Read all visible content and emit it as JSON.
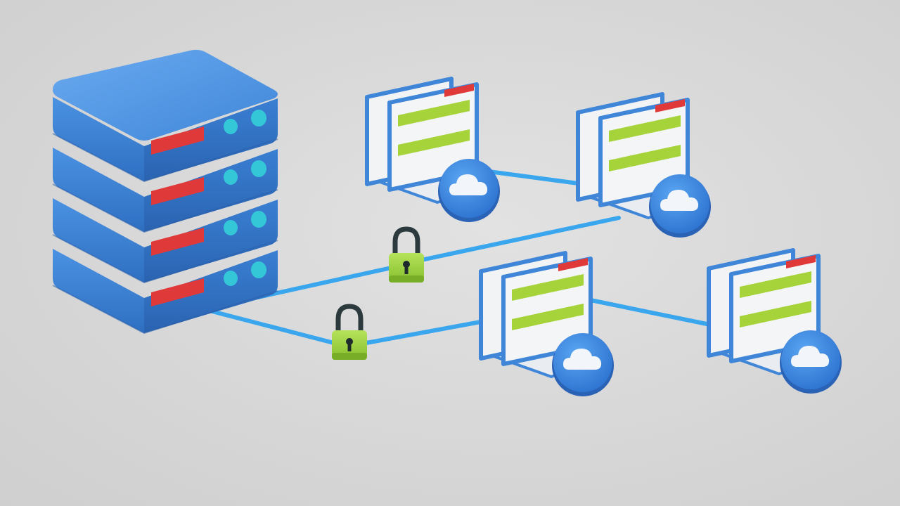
{
  "scene": {
    "description_free": true,
    "colors": {
      "background": "#d6d6d6",
      "server_blue": "#3f86d8",
      "server_blue_dark": "#2f6fc0",
      "server_blue_light": "#5fa0e8",
      "led_cyan": "#33c7d8",
      "indicator_red": "#e0393a",
      "cable_blue": "#39a6ee",
      "lock_green": "#9bd13e",
      "bar_green": "#a6d33a",
      "screen_white": "#f2f3f5"
    },
    "icons": {
      "server": "server-stack-icon",
      "client": "laptop-window-icon",
      "cloud": "cloud-icon",
      "lock": "padlock-icon"
    },
    "server_units": 4,
    "clients": 4,
    "locks": 2
  }
}
